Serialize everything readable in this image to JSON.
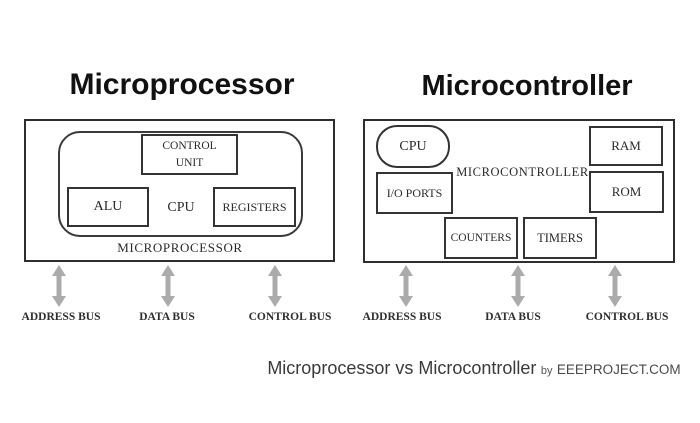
{
  "left": {
    "title": "Microprocessor",
    "chip_label": "MICROPROCESSOR",
    "cpu_label": "CPU",
    "control_unit": "CONTROL UNIT",
    "alu": "ALU",
    "registers": "REGISTERS",
    "buses": [
      "ADDRESS BUS",
      "DATA BUS",
      "CONTROL BUS"
    ]
  },
  "right": {
    "title": "Microcontroller",
    "chip_label": "MICROCONTROLLER",
    "cpu": "CPU",
    "ram": "RAM",
    "rom": "ROM",
    "io_ports": "I/O PORTS",
    "counters": "COUNTERS",
    "timers": "TIMERS",
    "buses": [
      "ADDRESS BUS",
      "DATA BUS",
      "CONTROL BUS"
    ]
  },
  "caption": {
    "title": "Microprocessor vs Microcontroller",
    "by": "by",
    "source": "EEEPROJECT.COM"
  },
  "colors": {
    "line": "#333333",
    "text": "#222222",
    "arrow": "#ababab",
    "caption_text": "#3a3a3a",
    "background": "#ffffff"
  }
}
